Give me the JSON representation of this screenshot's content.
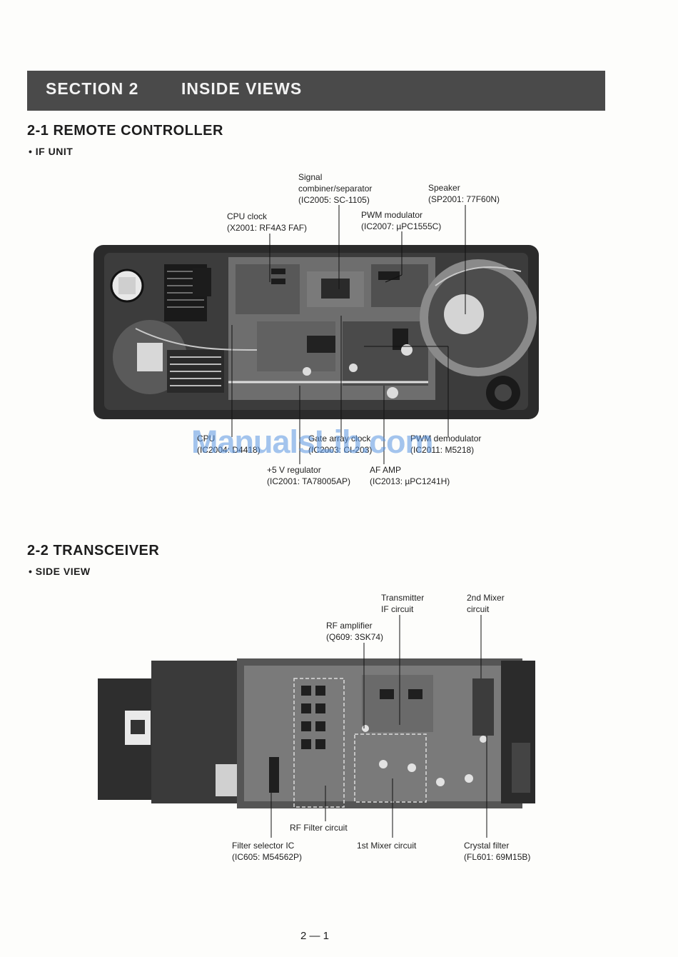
{
  "section": {
    "number": "SECTION 2",
    "title": "INSIDE VIEWS"
  },
  "remote": {
    "heading": "2-1 REMOTE CONTROLLER",
    "subheading": "• IF UNIT",
    "labels": {
      "signal_combiner": "Signal\ncombiner/separator\n(IC2005: SC-1105)",
      "speaker": "Speaker\n(SP2001: 77F60N)",
      "cpu_clock": "CPU clock\n(X2001: RF4A3 FAF)",
      "pwm_modulator": "PWM modulator\n(IC2007: µPC1555C)",
      "cpu": "CPU\n(IC2004: D4418)",
      "gate_array": "Gate array clock\n(IC2003: CI-203)",
      "pwm_demodulator": "PWM demodulator\n(IC2011: M5218)",
      "regulator": "+5 V regulator\n(IC2001: TA78005AP)",
      "af_amp": "AF AMP\n(IC2013: µPC1241H)"
    }
  },
  "transceiver": {
    "heading": "2-2 TRANSCEIVER",
    "subheading": "• SIDE VIEW",
    "labels": {
      "tx_if": "Transmitter\nIF circuit",
      "second_mixer": "2nd Mixer\ncircuit",
      "rf_amp": "RF amplifier\n(Q609: 3SK74)",
      "rf_filter": "RF Filter circuit",
      "filter_selector": "Filter selector IC\n(IC605: M54562P)",
      "first_mixer": "1st Mixer circuit",
      "crystal_filter": "Crystal filter\n(FL601: 69M15B)"
    }
  },
  "watermark": "ManualsLib.com",
  "page_number": "2 — 1"
}
